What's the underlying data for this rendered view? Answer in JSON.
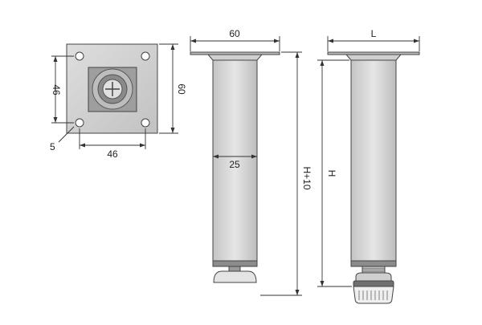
{
  "labels": {
    "base_height": "46",
    "base_plate_height": "60",
    "base_offset": "5",
    "base_width": "46",
    "leg_top_width": "60",
    "leg_tube_width": "25",
    "leg_total_height": "H+10",
    "leg_height": "H",
    "leg2_top_width": "L"
  },
  "colors": {
    "plate_fill": "#cfcfcf",
    "tube_fill": "#d7d7d7",
    "ring_fill": "#8a8a8a",
    "line": "#333333"
  }
}
